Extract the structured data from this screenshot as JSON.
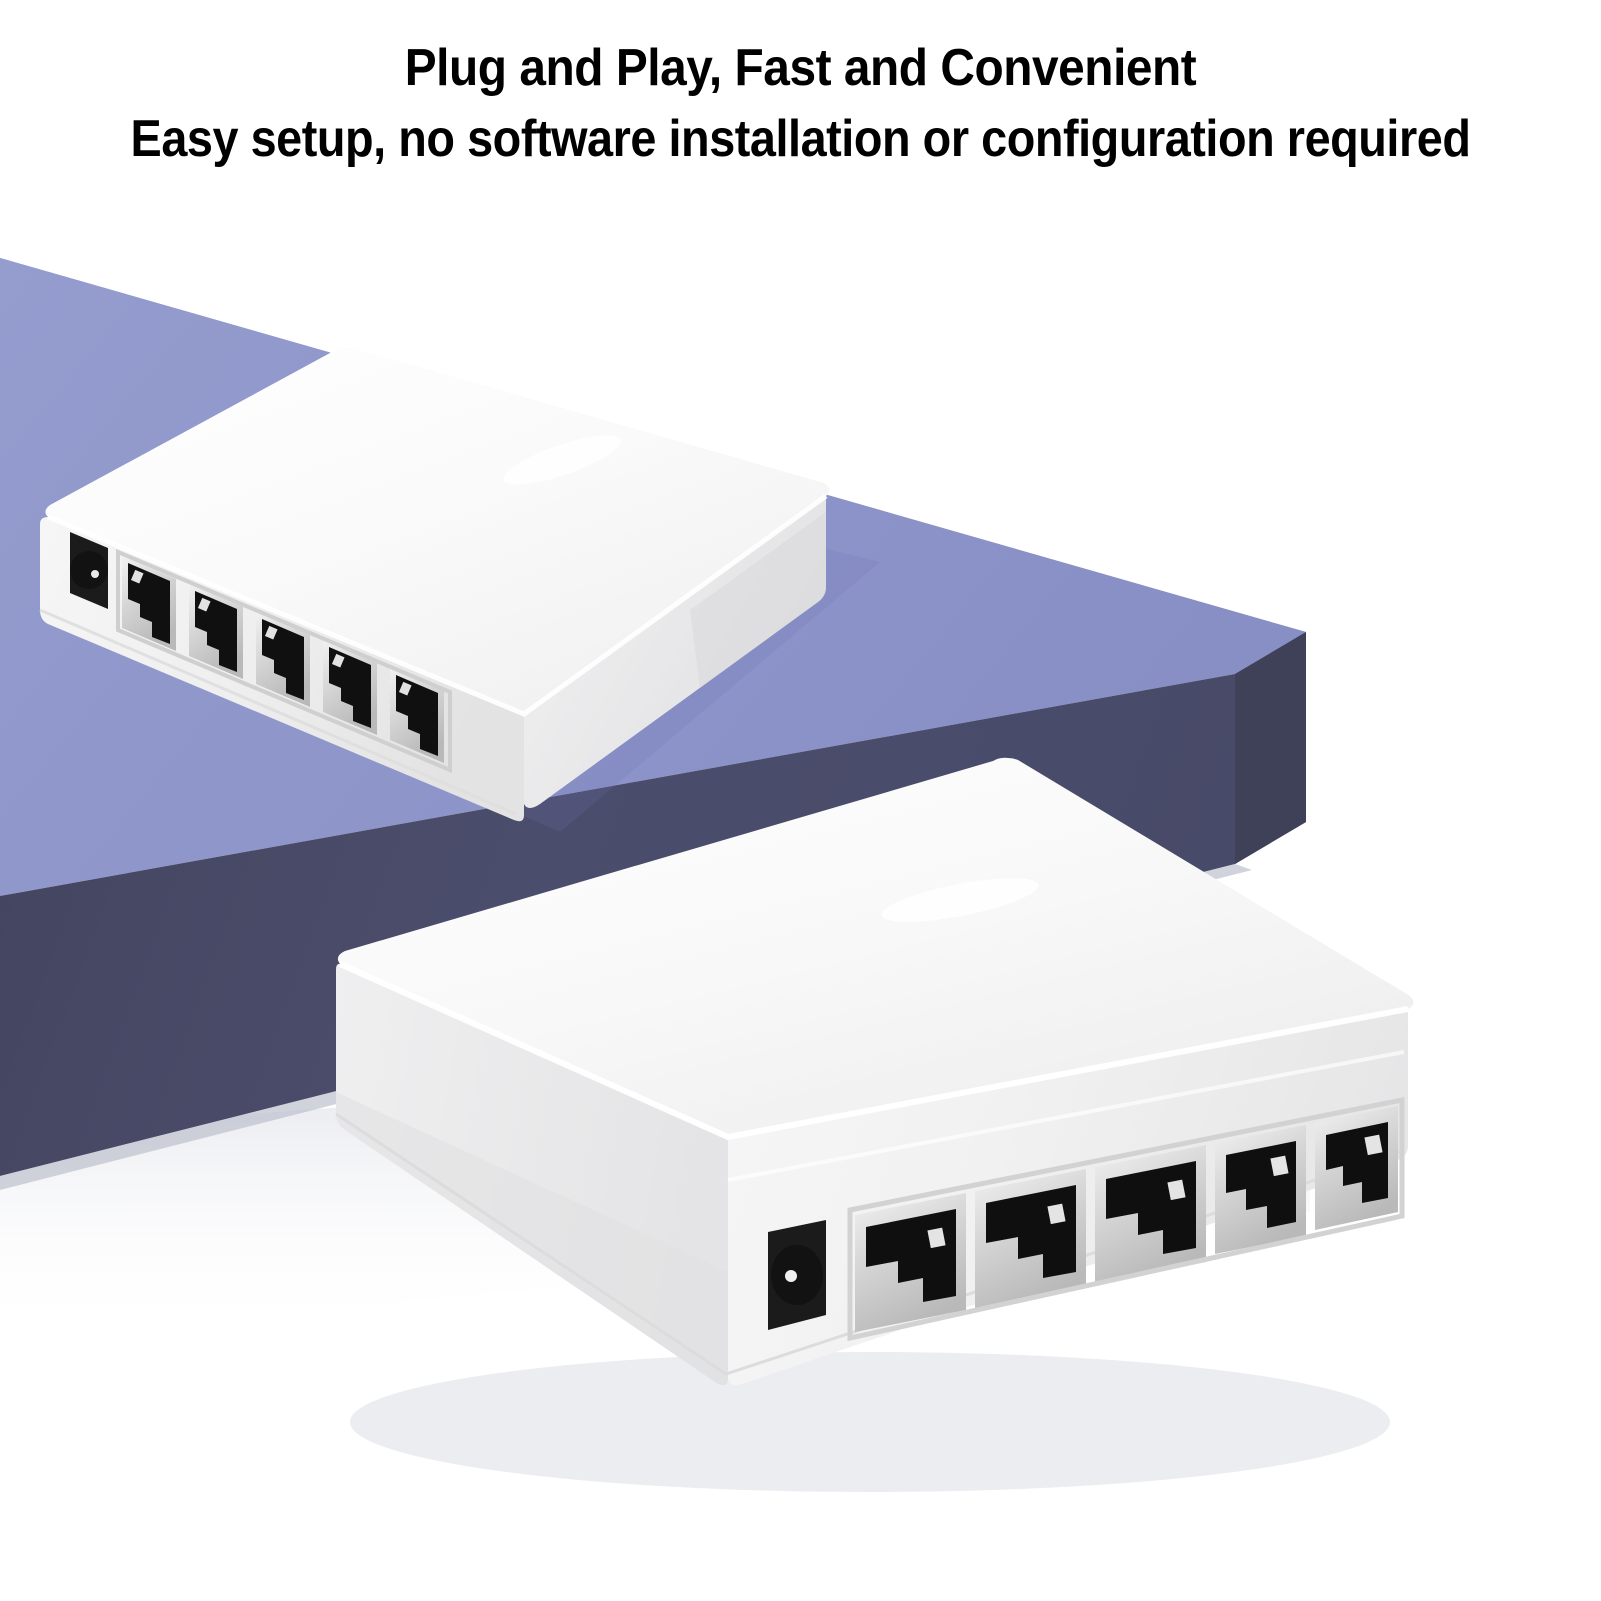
{
  "headline": {
    "line1": "Plug and Play, Fast and Convenient",
    "line2": "Easy setup, no software installation or configuration required"
  },
  "scene": {
    "background_color": "#ffffff",
    "platform": {
      "name": "purple-pedestal",
      "top_face_color": "#8e96ca",
      "front_face_color": "#4a4c6b",
      "shadow_color": "#c9ccd8"
    },
    "devices": [
      {
        "id": "switch-upper",
        "label": "5-port network switch, upper",
        "body_color": "#f7f7f7",
        "top_color": "#fbfbfb",
        "side_color": "#e9e9ea",
        "ports": {
          "dc_jack_count": 1,
          "dc_jack_color": "#1c1c1c",
          "rj45_count": 5,
          "rj45_cavity_color": "#111111",
          "rj45_shield_color": "#d8d8d8",
          "led_color": "#e6e6e6"
        }
      },
      {
        "id": "switch-lower",
        "label": "5-port network switch, lower",
        "body_color": "#f4f4f4",
        "top_color": "#fcfcfc",
        "side_color": "#ededee",
        "ports": {
          "dc_jack_count": 1,
          "dc_jack_color": "#1c1c1c",
          "rj45_count": 5,
          "rj45_cavity_color": "#111111",
          "rj45_shield_color": "#dcdcdc",
          "led_color": "#e6e6e6"
        }
      }
    ]
  }
}
